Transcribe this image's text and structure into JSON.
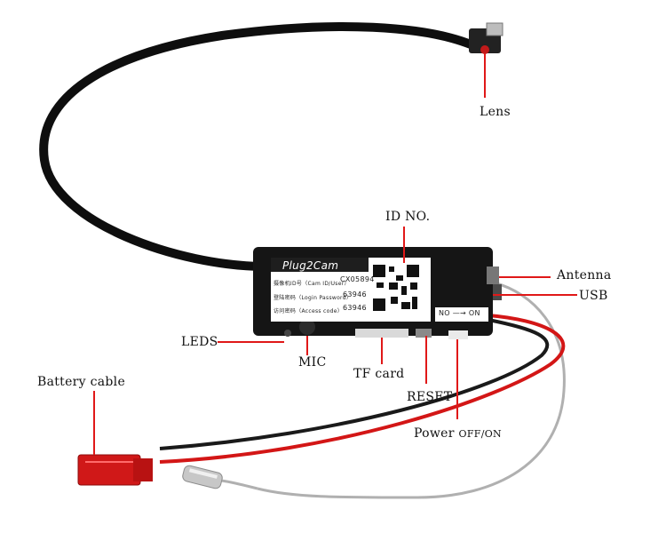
{
  "colors": {
    "callout_line": "#e01818",
    "cable_ribbon": "#0e0e0e",
    "wire_red": "#d31616",
    "wire_black": "#1a1a1a",
    "antenna_gray": "#b0b0b0",
    "connector_red": "#d01818",
    "board_black": "#151515"
  },
  "labels": {
    "lens": "Lens",
    "id_no": "ID NO.",
    "antenna": "Antenna",
    "usb": "USB",
    "leds": "LEDS",
    "mic": "MIC",
    "tf_card": "TF card",
    "reset": "RESET",
    "power": "Power",
    "power_states": "OFF/ON",
    "battery_cable": "Battery cable"
  },
  "device_sticker": {
    "brand": "Plug2Cam",
    "cam_id_label": "摄像机ID号（Cam ID/User）",
    "cam_id_value": "CX05894",
    "login_label": "登陆密码（Login Password）",
    "login_value": "63946",
    "access_label": "访问密码（Access code）",
    "access_value": "63946",
    "switch_text": "NO —→ ON"
  }
}
